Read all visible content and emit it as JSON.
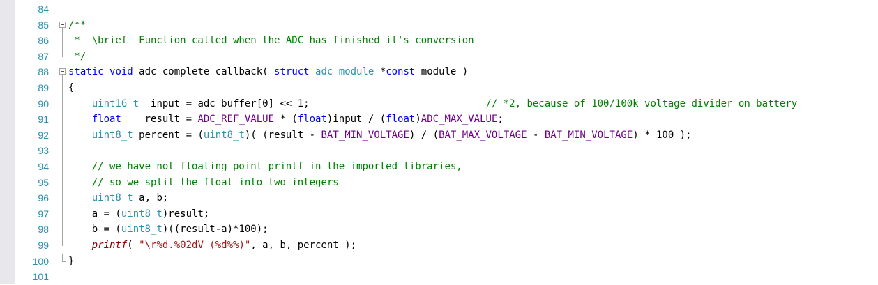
{
  "editor": {
    "lines": [
      {
        "number": "84",
        "tokens": []
      },
      {
        "number": "85",
        "fold": "open",
        "tokens": [
          {
            "t": "/**",
            "c": "cmt"
          }
        ]
      },
      {
        "number": "86",
        "tokens": [
          {
            "t": " *  \\brief  Function called when the ADC has finished it's conversion",
            "c": "cmt"
          }
        ]
      },
      {
        "number": "87",
        "tokens": [
          {
            "t": " */",
            "c": "cmt"
          }
        ]
      },
      {
        "number": "88",
        "fold": "open",
        "tokens": [
          {
            "t": "static",
            "c": "kw"
          },
          {
            "t": " "
          },
          {
            "t": "void",
            "c": "kw"
          },
          {
            "t": " adc_complete_callback( "
          },
          {
            "t": "struct",
            "c": "kw"
          },
          {
            "t": " "
          },
          {
            "t": "adc_module",
            "c": "type"
          },
          {
            "t": " *"
          },
          {
            "t": "const",
            "c": "kw"
          },
          {
            "t": " module )"
          }
        ]
      },
      {
        "number": "89",
        "tokens": [
          {
            "t": "{"
          }
        ]
      },
      {
        "number": "90",
        "tokens": [
          {
            "t": "    "
          },
          {
            "t": "uint16_t",
            "c": "type"
          },
          {
            "t": "  input = adc_buffer[0] << 1;                              "
          },
          {
            "t": "// *2, because of 100/100k voltage divider on battery",
            "c": "cmt"
          }
        ]
      },
      {
        "number": "91",
        "tokens": [
          {
            "t": "    "
          },
          {
            "t": "float",
            "c": "kw"
          },
          {
            "t": "    result = "
          },
          {
            "t": "ADC_REF_VALUE",
            "c": "macro"
          },
          {
            "t": " * ("
          },
          {
            "t": "float",
            "c": "kw"
          },
          {
            "t": ")input / ("
          },
          {
            "t": "float",
            "c": "kw"
          },
          {
            "t": ")"
          },
          {
            "t": "ADC_MAX_VALUE",
            "c": "macro"
          },
          {
            "t": ";"
          }
        ]
      },
      {
        "number": "92",
        "tokens": [
          {
            "t": "    "
          },
          {
            "t": "uint8_t",
            "c": "type"
          },
          {
            "t": " percent = ("
          },
          {
            "t": "uint8_t",
            "c": "type"
          },
          {
            "t": ")( (result - "
          },
          {
            "t": "BAT_MIN_VOLTAGE",
            "c": "macro"
          },
          {
            "t": ") / ("
          },
          {
            "t": "BAT_MAX_VOLTAGE",
            "c": "macro"
          },
          {
            "t": " - "
          },
          {
            "t": "BAT_MIN_VOLTAGE",
            "c": "macro"
          },
          {
            "t": ") * 100 );"
          }
        ]
      },
      {
        "number": "93",
        "tokens": []
      },
      {
        "number": "94",
        "tokens": [
          {
            "t": "    "
          },
          {
            "t": "// we have not floating point printf in the imported libraries,",
            "c": "cmt"
          }
        ]
      },
      {
        "number": "95",
        "tokens": [
          {
            "t": "    "
          },
          {
            "t": "// so we split the float into two integers",
            "c": "cmt"
          }
        ]
      },
      {
        "number": "96",
        "tokens": [
          {
            "t": "    "
          },
          {
            "t": "uint8_t",
            "c": "type"
          },
          {
            "t": " a, b;"
          }
        ]
      },
      {
        "number": "97",
        "tokens": [
          {
            "t": "    a = ("
          },
          {
            "t": "uint8_t",
            "c": "type"
          },
          {
            "t": ")result;"
          }
        ]
      },
      {
        "number": "98",
        "tokens": [
          {
            "t": "    b = ("
          },
          {
            "t": "uint8_t",
            "c": "type"
          },
          {
            "t": ")((result-a)*100);"
          }
        ]
      },
      {
        "number": "99",
        "tokens": [
          {
            "t": "    "
          },
          {
            "t": "printf",
            "c": "fn"
          },
          {
            "t": "( "
          },
          {
            "t": "\"\\r%d.%02dV (%d%%)\"",
            "c": "str"
          },
          {
            "t": ", a, b, percent );"
          }
        ]
      },
      {
        "number": "100",
        "fold": "end",
        "tokens": [
          {
            "t": "}"
          }
        ]
      },
      {
        "number": "101",
        "tokens": []
      }
    ]
  },
  "colors": {
    "line_number": "#2b91af",
    "comment": "#008000",
    "keyword": "#0000ff",
    "type": "#2b91af",
    "macro": "#6f008a",
    "string": "#a31515",
    "function": "#880000"
  }
}
